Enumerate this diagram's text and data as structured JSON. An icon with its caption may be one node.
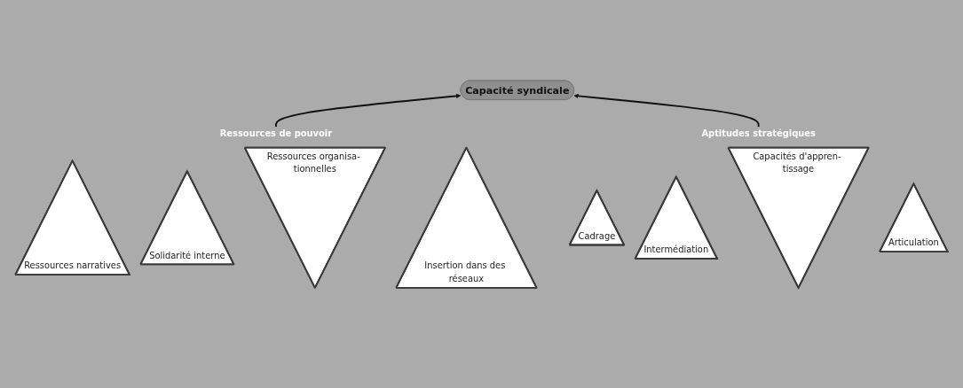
{
  "diagram": {
    "nodes": [
      {
        "text": [
          "Capacité syndicale"
        ]
      },
      {
        "text": [
          "Ressources de pouvoir"
        ]
      },
      {
        "text": [
          "Ressources narratives"
        ],
        "in": 1
      },
      {
        "text": [
          "Solidarité interne"
        ],
        "in": 1
      },
      {
        "text": [
          "Ressources organisa- tionnelles"
        ],
        "in": 1
      },
      {
        "text": [
          "Insertion dans des réseaux"
        ],
        "in": 1
      },
      {
        "text": [
          "Aptitudes stratégiques"
        ]
      },
      {
        "text": [
          "Cadrage"
        ],
        "in": 6
      },
      {
        "text": [
          "Intermédiation"
        ],
        "in": 6
      },
      {
        "text": [
          "Capacités d'appren- tissage"
        ],
        "in": 6
      },
      {
        "text": [
          "Articulation"
        ],
        "in": 6
      }
    ],
    "edges": [
      {
        "from": 1,
        "to": 0,
        "arrow": "to"
      },
      {
        "from": 6,
        "to": 0,
        "arrow": "to"
      }
    ]
  }
}
